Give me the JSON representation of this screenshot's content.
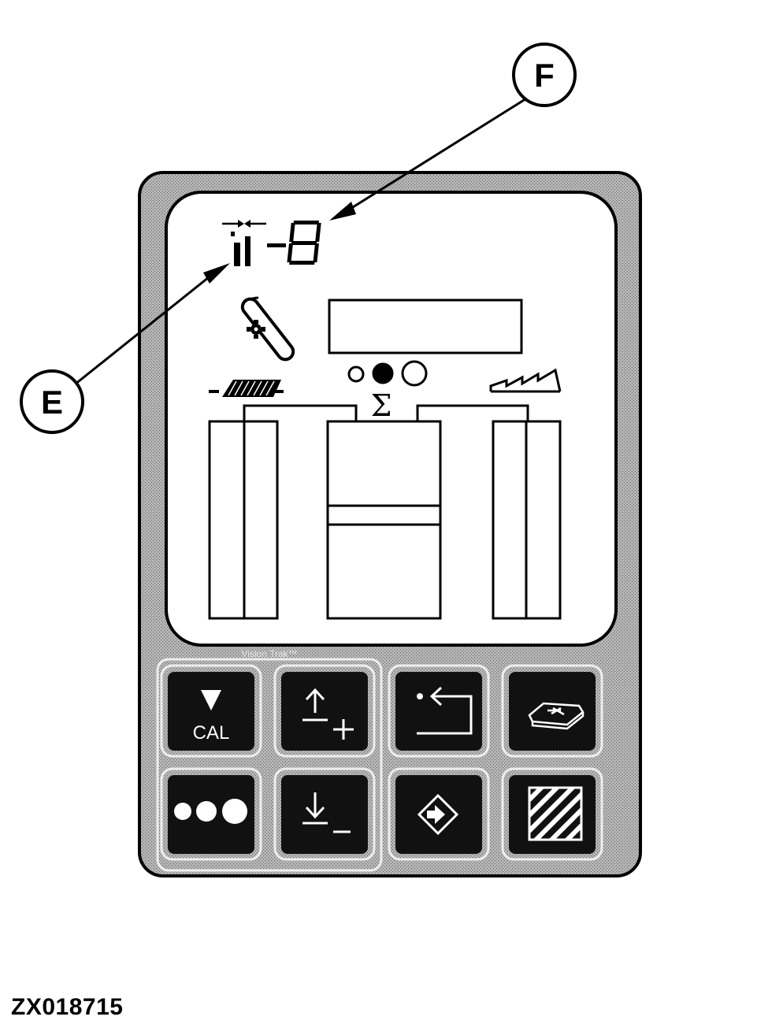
{
  "figure_id": "ZX018715",
  "callouts": {
    "e": "E",
    "f": "F"
  },
  "display": {
    "digit_value": "8",
    "sum_symbol": "Σ",
    "brand_text": "Vision Trak™",
    "icons": {
      "spacing": "row-spacing-icon",
      "sensor": "sensor-wrench-icon",
      "left_field": "hatched-field-icon",
      "right_field": "sawtooth-icon",
      "indicator_dots": "three-circle-indicator-icon"
    }
  },
  "keypad": {
    "keys": [
      {
        "name": "cal-key",
        "label": "CAL",
        "icon": "down-triangle-icon"
      },
      {
        "name": "up-plus-key",
        "icon": "up-arrow-plus-icon"
      },
      {
        "name": "return-key",
        "icon": "return-arrow-icon"
      },
      {
        "name": "field-map-key",
        "icon": "field-map-icon"
      },
      {
        "name": "dots-key",
        "icon": "three-dots-icon"
      },
      {
        "name": "down-minus-key",
        "icon": "down-arrow-minus-icon"
      },
      {
        "name": "enter-key",
        "icon": "enter-diamond-icon"
      },
      {
        "name": "area-key",
        "icon": "hatched-square-icon"
      }
    ]
  },
  "colors": {
    "ink": "#000000",
    "panel_gray": "#a8a8a8",
    "screen": "#ffffff",
    "key_face": "#111111"
  }
}
